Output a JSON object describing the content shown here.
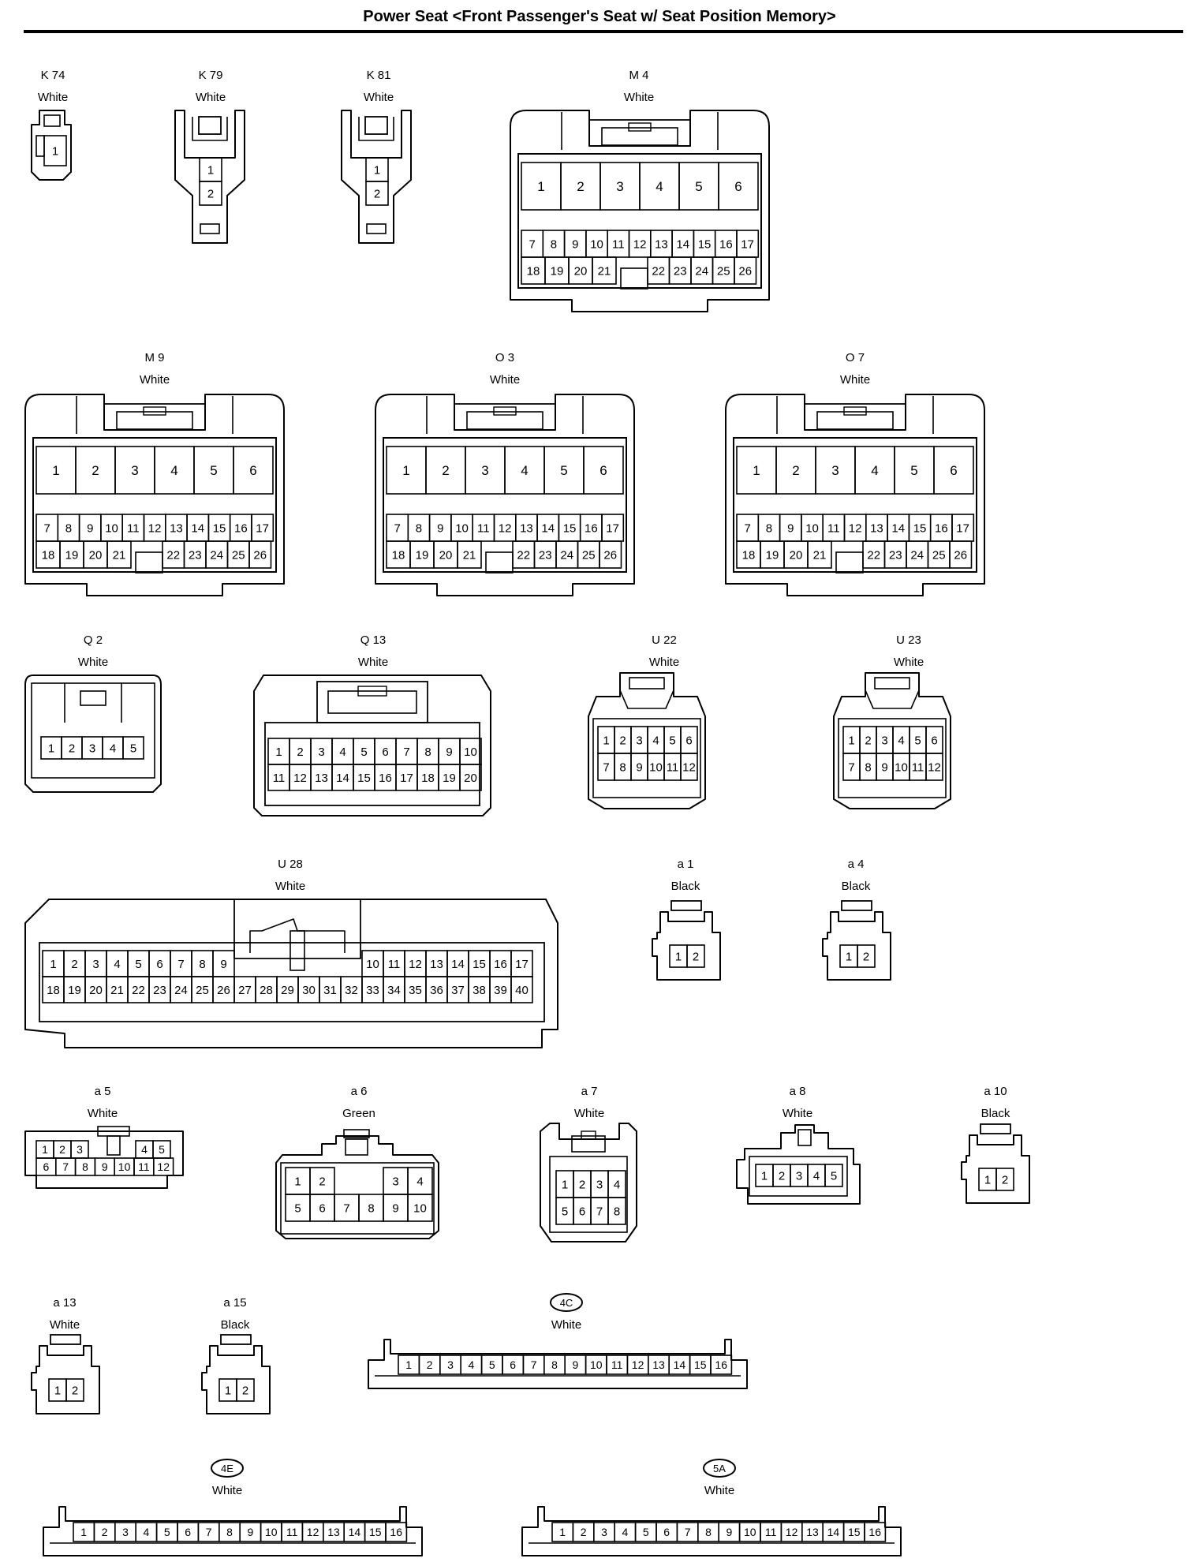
{
  "title": "Power Seat <Front Passenger's Seat w/ Seat Position Memory>",
  "connectors": [
    {
      "code": "K 74",
      "color": "White",
      "style": "tiny",
      "rows": [
        [
          1
        ]
      ]
    },
    {
      "code": "K 79",
      "color": "White",
      "style": "vertical",
      "rows": [
        [
          1
        ],
        [
          2
        ]
      ]
    },
    {
      "code": "K 81",
      "color": "White",
      "style": "vertical",
      "rows": [
        [
          1
        ],
        [
          2
        ]
      ]
    },
    {
      "code": "M 4",
      "color": "White",
      "style": "big26",
      "rows": [
        [
          1,
          2,
          3,
          4,
          5,
          6
        ],
        [
          7,
          8,
          9,
          10,
          11,
          12,
          13,
          14,
          15,
          16,
          17
        ],
        [
          18,
          19,
          20,
          21,
          null,
          22,
          23,
          24,
          25,
          26
        ]
      ]
    },
    {
      "code": "M 9",
      "color": "White",
      "style": "big26",
      "rows": [
        [
          1,
          2,
          3,
          4,
          5,
          6
        ],
        [
          7,
          8,
          9,
          10,
          11,
          12,
          13,
          14,
          15,
          16,
          17
        ],
        [
          18,
          19,
          20,
          21,
          null,
          22,
          23,
          24,
          25,
          26
        ]
      ]
    },
    {
      "code": "O 3",
      "color": "White",
      "style": "big26",
      "rows": [
        [
          1,
          2,
          3,
          4,
          5,
          6
        ],
        [
          7,
          8,
          9,
          10,
          11,
          12,
          13,
          14,
          15,
          16,
          17
        ],
        [
          18,
          19,
          20,
          21,
          null,
          22,
          23,
          24,
          25,
          26
        ]
      ]
    },
    {
      "code": "O 7",
      "color": "White",
      "style": "big26",
      "rows": [
        [
          1,
          2,
          3,
          4,
          5,
          6
        ],
        [
          7,
          8,
          9,
          10,
          11,
          12,
          13,
          14,
          15,
          16,
          17
        ],
        [
          18,
          19,
          20,
          21,
          null,
          22,
          23,
          24,
          25,
          26
        ]
      ]
    },
    {
      "code": "Q 2",
      "color": "White",
      "style": "q2",
      "rows": [
        [
          1,
          2,
          3,
          4,
          5
        ]
      ]
    },
    {
      "code": "Q 13",
      "color": "White",
      "style": "q13",
      "rows": [
        [
          1,
          2,
          3,
          4,
          5,
          6,
          7,
          8,
          9,
          10
        ],
        [
          11,
          12,
          13,
          14,
          15,
          16,
          17,
          18,
          19,
          20
        ]
      ]
    },
    {
      "code": "U 22",
      "color": "White",
      "style": "u12",
      "rows": [
        [
          1,
          2,
          3,
          4,
          5,
          6
        ],
        [
          7,
          8,
          9,
          10,
          11,
          12
        ]
      ]
    },
    {
      "code": "U 23",
      "color": "White",
      "style": "u12",
      "rows": [
        [
          1,
          2,
          3,
          4,
          5,
          6
        ],
        [
          7,
          8,
          9,
          10,
          11,
          12
        ]
      ]
    },
    {
      "code": "U 28",
      "color": "White",
      "style": "u40",
      "rows": [
        [
          1,
          2,
          3,
          4,
          5,
          6,
          7,
          8,
          9,
          null,
          null,
          null,
          null,
          null,
          null,
          10,
          11,
          12,
          13,
          14,
          15,
          16,
          17
        ],
        [
          18,
          19,
          20,
          21,
          22,
          23,
          24,
          25,
          26,
          27,
          28,
          29,
          30,
          31,
          32,
          33,
          34,
          35,
          36,
          37,
          38,
          39,
          40
        ]
      ]
    },
    {
      "code": "a 1",
      "color": "Black",
      "style": "small2",
      "rows": [
        [
          1,
          2
        ]
      ]
    },
    {
      "code": "a 4",
      "color": "Black",
      "style": "small2",
      "rows": [
        [
          1,
          2
        ]
      ]
    },
    {
      "code": "a 5",
      "color": "White",
      "style": "a5",
      "rows": [
        [
          1,
          2,
          3,
          null,
          null,
          4,
          5
        ],
        [
          6,
          7,
          8,
          9,
          10,
          11,
          12
        ]
      ]
    },
    {
      "code": "a 6",
      "color": "Green",
      "style": "a6",
      "rows": [
        [
          1,
          2,
          null,
          null,
          3,
          4
        ],
        [
          5,
          6,
          7,
          8,
          9,
          10
        ]
      ]
    },
    {
      "code": "a 7",
      "color": "White",
      "style": "a7",
      "rows": [
        [
          1,
          2,
          3,
          4
        ],
        [
          5,
          6,
          7,
          8
        ]
      ]
    },
    {
      "code": "a 8",
      "color": "White",
      "style": "a8",
      "rows": [
        [
          1,
          2,
          3,
          4,
          5
        ]
      ]
    },
    {
      "code": "a 10",
      "color": "Black",
      "style": "small2",
      "rows": [
        [
          1,
          2
        ]
      ]
    },
    {
      "code": "a 13",
      "color": "White",
      "style": "small2",
      "rows": [
        [
          1,
          2
        ]
      ]
    },
    {
      "code": "a 15",
      "color": "Black",
      "style": "small2",
      "rows": [
        [
          1,
          2
        ]
      ]
    },
    {
      "code": "4C",
      "color": "White",
      "style": "junction",
      "rows": [
        [
          1,
          2,
          3,
          4,
          5,
          6,
          7,
          8,
          9,
          10,
          11,
          12,
          13,
          14,
          15,
          16
        ]
      ]
    },
    {
      "code": "4E",
      "color": "White",
      "style": "junction",
      "rows": [
        [
          1,
          2,
          3,
          4,
          5,
          6,
          7,
          8,
          9,
          10,
          11,
          12,
          13,
          14,
          15,
          16
        ]
      ]
    },
    {
      "code": "5A",
      "color": "White",
      "style": "junction",
      "rows": [
        [
          1,
          2,
          3,
          4,
          5,
          6,
          7,
          8,
          9,
          10,
          11,
          12,
          13,
          14,
          15,
          16
        ]
      ]
    }
  ]
}
